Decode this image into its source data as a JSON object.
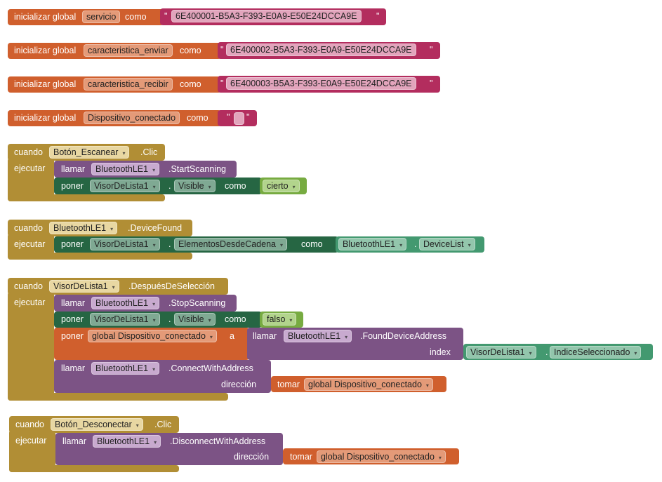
{
  "labels": {
    "init": "inicializar global",
    "como": "como",
    "cuando": "cuando",
    "ejecutar": "ejecutar",
    "llamar": "llamar",
    "poner": "poner",
    "a": "a",
    "tomar": "tomar",
    "index": "index",
    "direccion": "dirección",
    "dot": ".",
    "q": "\"",
    "arrow": "▾"
  },
  "globals": [
    {
      "name": "servicio",
      "value": "6E400001-B5A3-F393-E0A9-E50E24DCCA9E"
    },
    {
      "name": "caracteristica_enviar",
      "value": "6E400002-B5A3-F393-E0A9-E50E24DCCA9E"
    },
    {
      "name": "caracteristica_recibir",
      "value": "6E400003-B5A3-F393-E0A9-E50E24DCCA9E"
    },
    {
      "name": "Dispositivo_conectado",
      "value": ""
    }
  ],
  "events": [
    {
      "component": "Botón_Escanear",
      "event": ".Clic",
      "call_comp": "BluetoothLE1",
      "call_method": ".StartScanning",
      "set_comp": "VisorDeLista1",
      "set_prop": "Visible",
      "bool": "cierto"
    },
    {
      "component": "BluetoothLE1",
      "event": ".DeviceFound",
      "set_comp": "VisorDeLista1",
      "set_prop": "ElementosDesdeCadena",
      "get_comp": "BluetoothLE1",
      "get_prop": "DeviceList"
    },
    {
      "component": "VisorDeLista1",
      "event": ".DespuésDeSelección",
      "call_comp": "BluetoothLE1",
      "call_method": ".StopScanning",
      "set_comp": "VisorDeLista1",
      "set_prop": "Visible",
      "bool": "falso",
      "global_var": "global Dispositivo_conectado",
      "call2_comp": "BluetoothLE1",
      "call2_method": ".FoundDeviceAddress",
      "get_comp": "VisorDeLista1",
      "get_prop": "IndiceSeleccionado",
      "call3_comp": "BluetoothLE1",
      "call3_method": ".ConnectWithAddress",
      "tomar_var": "global Dispositivo_conectado"
    },
    {
      "component": "Botón_Desconectar",
      "event": ".Clic",
      "call_comp": "BluetoothLE1",
      "call_method": ".DisconnectWithAddress",
      "tomar_var": "global Dispositivo_conectado"
    }
  ]
}
